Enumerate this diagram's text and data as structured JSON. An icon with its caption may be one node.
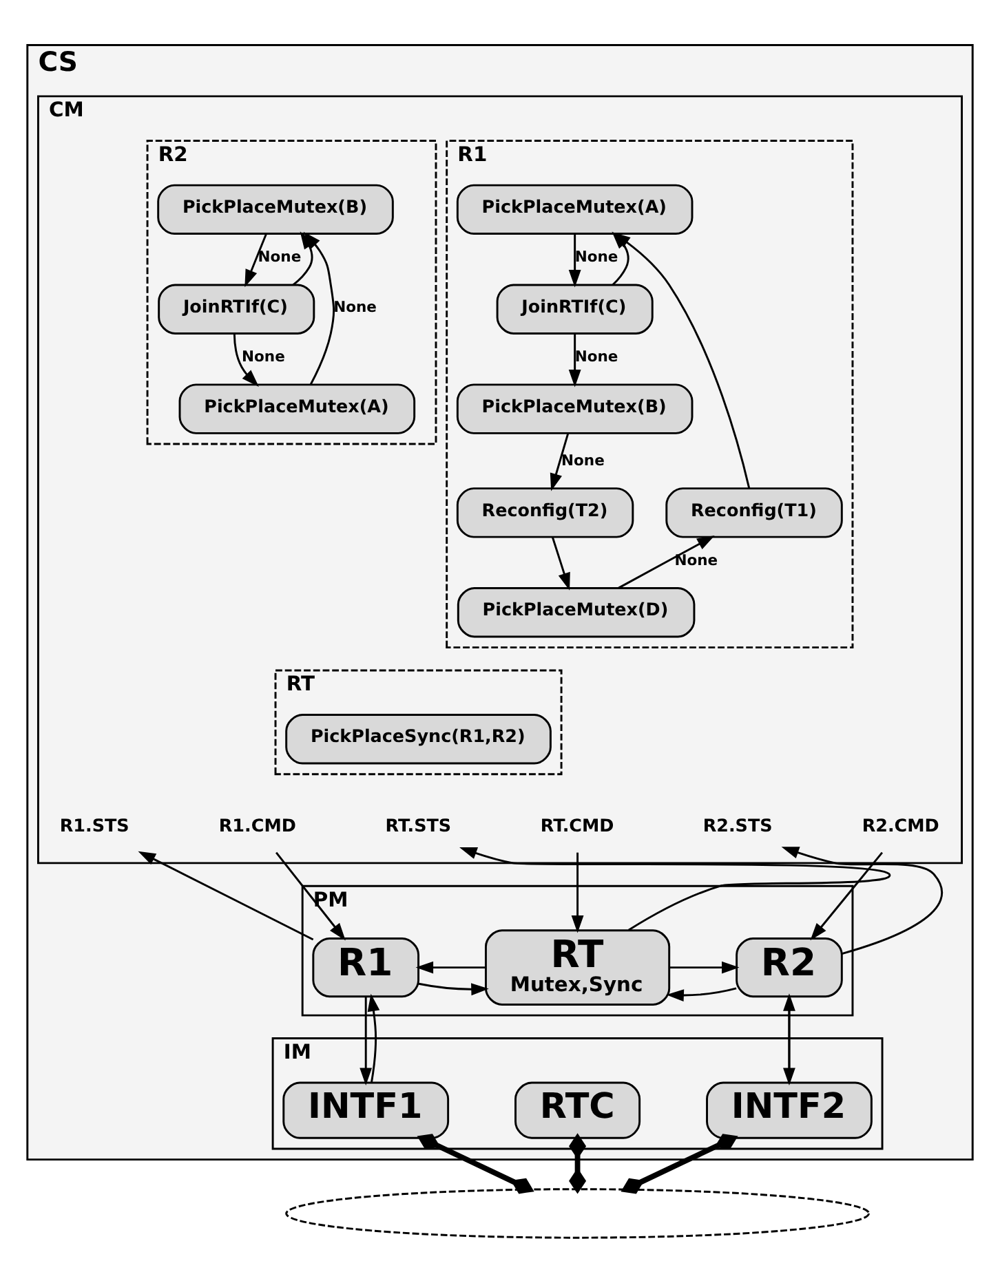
{
  "diagram": {
    "nodes": [
      {
        "text": [
          "CS"
        ]
      },
      {
        "text": [
          "CM"
        ],
        "in": 0
      },
      {
        "text": [
          "R1"
        ],
        "in": 1
      },
      {
        "text": [
          "PickPlaceMutex(A)"
        ],
        "in": 2
      },
      {
        "text": [
          "JoinRTIf(C)"
        ],
        "in": 2
      },
      {
        "text": [
          "PickPlaceMutex(B)"
        ],
        "in": 2
      },
      {
        "text": [
          "Reconfig(T2)"
        ],
        "in": 2
      },
      {
        "text": [
          "Reconfig(T1)"
        ],
        "in": 2
      },
      {
        "text": [
          "PickPlaceMutex(D)"
        ],
        "in": 2
      },
      {
        "text": [
          "R2"
        ],
        "in": 1
      },
      {
        "text": [
          "PickPlaceMutex(B)"
        ],
        "in": 9
      },
      {
        "text": [
          "JoinRTIf(C)"
        ],
        "in": 9
      },
      {
        "text": [
          "PickPlaceMutex(A)"
        ],
        "in": 9
      },
      {
        "text": [
          "RT"
        ],
        "in": 1
      },
      {
        "text": [
          "PickPlaceSync(R1,R2)"
        ],
        "in": 13
      },
      {
        "text": [
          "R1.STS"
        ],
        "in": 1
      },
      {
        "text": [
          "R1.CMD"
        ],
        "in": 1
      },
      {
        "text": [
          "RT.STS"
        ],
        "in": 1
      },
      {
        "text": [
          "RT.CMD"
        ],
        "in": 1
      },
      {
        "text": [
          "R2.STS"
        ],
        "in": 1
      },
      {
        "text": [
          "R2.CMD"
        ],
        "in": 1
      },
      {
        "text": [
          "PM"
        ],
        "in": 0
      },
      {
        "text": [
          "R1"
        ],
        "in": 21
      },
      {
        "text": [
          "RT",
          "Mutex,Sync"
        ],
        "in": 21
      },
      {
        "text": [
          "R2"
        ],
        "in": 21
      },
      {
        "text": [
          "IM"
        ],
        "in": 0
      },
      {
        "text": [
          "INTF1"
        ],
        "in": 25
      },
      {
        "text": [
          "RTC"
        ],
        "in": 25
      },
      {
        "text": [
          "INTF2"
        ],
        "in": 25
      },
      {
        "text": [],
        "shape": "ellipse"
      }
    ],
    "edges": [
      {
        "from": 3,
        "to": 4,
        "arrow": "to",
        "label": "None"
      },
      {
        "from": 4,
        "to": 3,
        "arrow": "to"
      },
      {
        "from": 4,
        "to": 5,
        "arrow": "to",
        "label": "None"
      },
      {
        "from": 5,
        "to": 6,
        "arrow": "to",
        "label": "None"
      },
      {
        "from": 6,
        "to": 8,
        "arrow": "to"
      },
      {
        "from": 8,
        "to": 7,
        "arrow": "to",
        "label": "None"
      },
      {
        "from": 7,
        "to": 3,
        "arrow": "to"
      },
      {
        "from": 10,
        "to": 11,
        "arrow": "to",
        "label": "None"
      },
      {
        "from": 11,
        "to": 10,
        "arrow": "to"
      },
      {
        "from": 11,
        "to": 12,
        "arrow": "to",
        "label": "None"
      },
      {
        "from": 12,
        "to": 10,
        "arrow": "to",
        "label": "None"
      },
      {
        "from": 22,
        "to": 15,
        "arrow": "to"
      },
      {
        "from": 16,
        "to": 22,
        "arrow": "to"
      },
      {
        "from": 23,
        "to": 17,
        "arrow": "to"
      },
      {
        "from": 18,
        "to": 23,
        "arrow": "to"
      },
      {
        "from": 24,
        "to": 19,
        "arrow": "to"
      },
      {
        "from": 20,
        "to": 24,
        "arrow": "to"
      },
      {
        "from": 22,
        "to": 23,
        "arrow": "to"
      },
      {
        "from": 23,
        "to": 22,
        "arrow": "to"
      },
      {
        "from": 24,
        "to": 23,
        "arrow": "to"
      },
      {
        "from": 23,
        "to": 24,
        "arrow": "to"
      },
      {
        "from": 26,
        "to": 22,
        "arrow": "to"
      },
      {
        "from": 22,
        "to": 26,
        "arrow": "to"
      },
      {
        "from": 28,
        "to": 24,
        "arrow": "to"
      },
      {
        "from": 24,
        "to": 28,
        "arrow": "to"
      },
      {
        "from": 26,
        "to": 29,
        "arrow": "other",
        "style": "thick"
      },
      {
        "from": 27,
        "to": 29,
        "arrow": "other",
        "style": "thick"
      },
      {
        "from": 28,
        "to": 29,
        "arrow": "other",
        "style": "thick"
      }
    ]
  }
}
